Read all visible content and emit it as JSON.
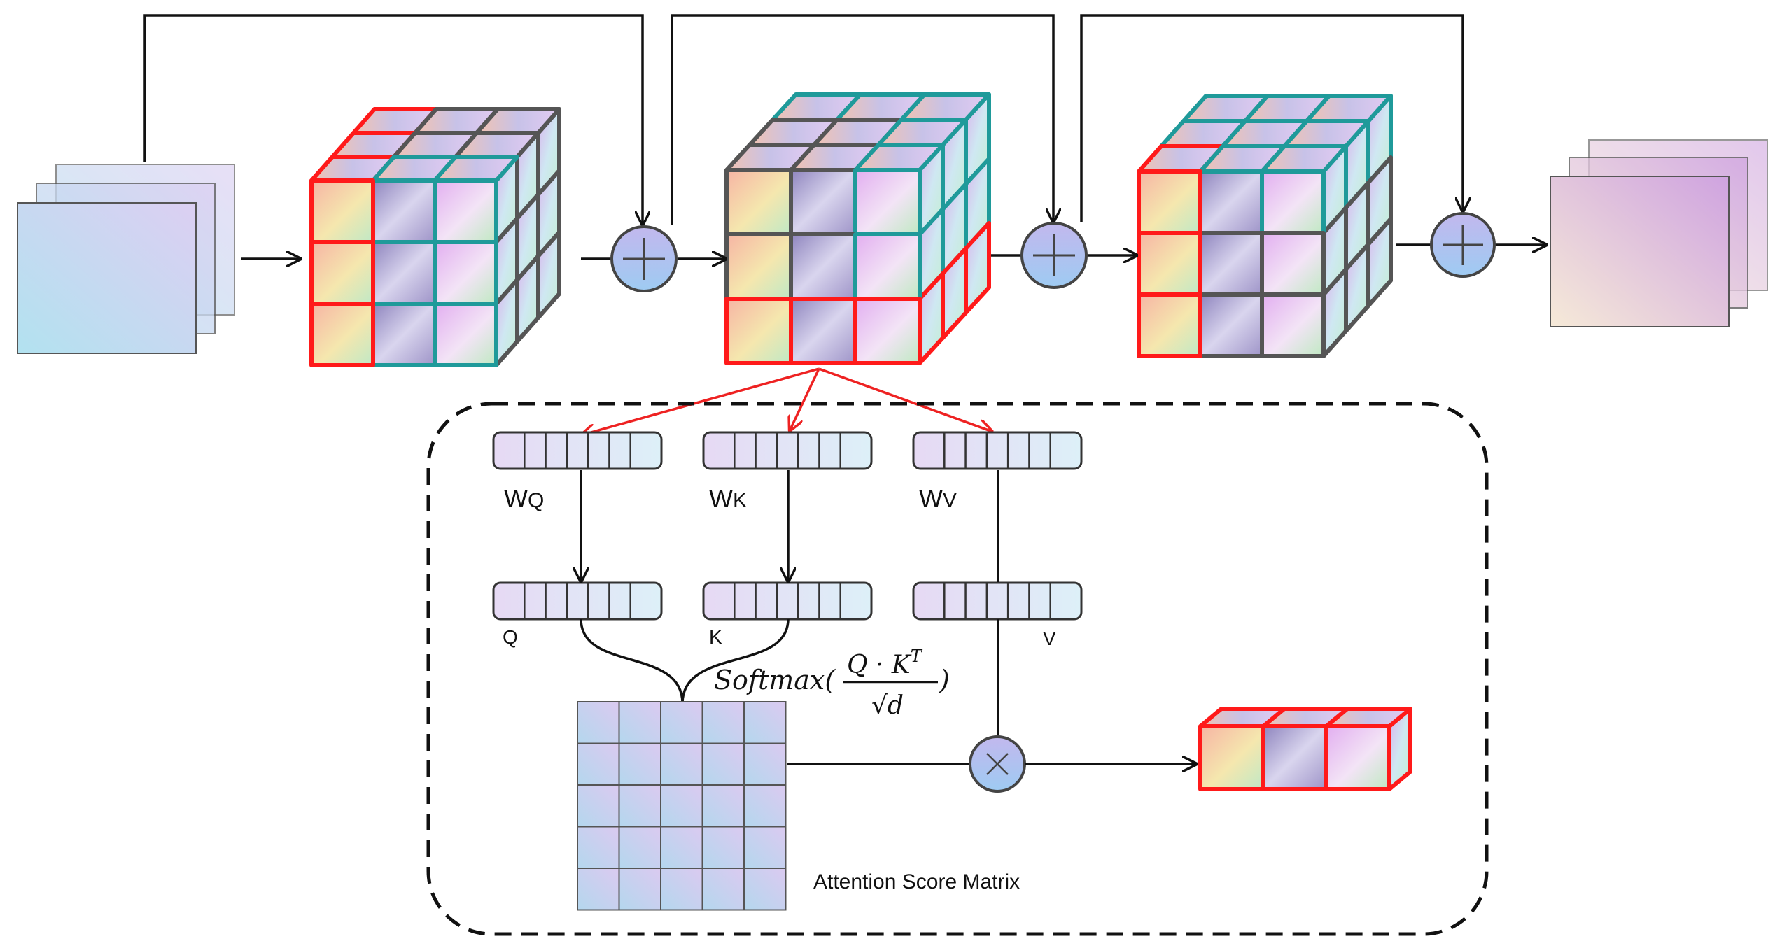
{
  "attention": {
    "weight_labels": {
      "wq": {
        "main": "W",
        "sub": "Q"
      },
      "wk": {
        "main": "W",
        "sub": "K"
      },
      "wv": {
        "main": "W",
        "sub": "V"
      }
    },
    "vector_labels": {
      "q": "Q",
      "k": "K",
      "v": "V"
    },
    "formula": {
      "prefix": "Softmax(",
      "numerator": "Q · K",
      "numerator_sup": "T",
      "denominator": "√d",
      "suffix": ")"
    },
    "matrix_caption": "Attention Score Matrix"
  },
  "operators": {
    "add": "+",
    "multiply": "×"
  },
  "colors": {
    "highlight": "#ff1a1a",
    "teal": "#1f9a9a",
    "gray": "#555555",
    "arrow": "#111111",
    "red_arrow": "#ee2222",
    "op_fill": "#a9c4f2",
    "op_stroke": "#444444"
  },
  "icons": {
    "add": "plus-circle-icon",
    "multiply": "times-circle-icon"
  }
}
